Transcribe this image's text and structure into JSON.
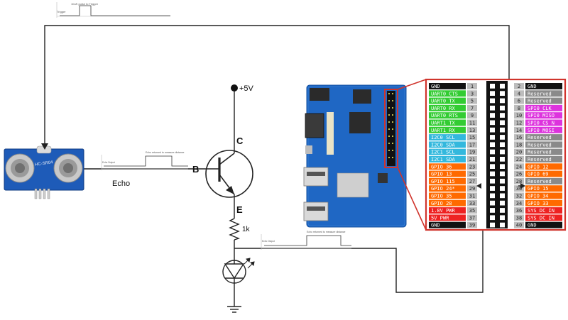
{
  "circuit": {
    "supply_label": "+5V",
    "collector_label": "C",
    "base_label": "B",
    "emitter_label": "E",
    "resistor_label": "1k",
    "echo_label": "Echo",
    "sensor_label": "HC-SR04"
  },
  "scopes": {
    "trigger": {
      "top_text": "10uS pulse to Trigger",
      "side_text": "Trigger"
    },
    "echo": {
      "top_text": "Echo returned to measure distance",
      "side_text": "Echo Output"
    },
    "led": {
      "top_text": "Echo returned to measure distance",
      "side_text": "Echo Output"
    }
  },
  "header": {
    "colors": {
      "black": "#111111",
      "uart": "#33cc33",
      "i2c": "#33b8dd",
      "gpio": "#ff6a00",
      "spi": "#dd33dd",
      "grey": "#8a8a8a",
      "power": "#ee2222",
      "num": "#bdbdbd",
      "frame": "#d0342c"
    },
    "left": [
      {
        "label": "GND",
        "num": "1",
        "kind": "black"
      },
      {
        "label": "UART0 CTS",
        "num": "3",
        "kind": "uart"
      },
      {
        "label": "UART0 TX",
        "num": "5",
        "kind": "uart"
      },
      {
        "label": "UART0 RX",
        "num": "7",
        "kind": "uart"
      },
      {
        "label": "UART0 RTS",
        "num": "9",
        "kind": "uart"
      },
      {
        "label": "UART1 TX",
        "num": "11",
        "kind": "uart"
      },
      {
        "label": "UART1 RX",
        "num": "13",
        "kind": "uart"
      },
      {
        "label": "I2C0 SCL",
        "num": "15",
        "kind": "i2c"
      },
      {
        "label": "I2C0 SDA",
        "num": "17",
        "kind": "i2c"
      },
      {
        "label": "I2C1 SCL",
        "num": "19",
        "kind": "i2c"
      },
      {
        "label": "I2C1 SDA",
        "num": "21",
        "kind": "i2c"
      },
      {
        "label": "GPIO 36",
        "num": "23",
        "kind": "gpio"
      },
      {
        "label": "GPIO 13",
        "num": "25",
        "kind": "gpio"
      },
      {
        "label": "GPIO 115",
        "num": "27",
        "kind": "gpio"
      },
      {
        "label": "GPIO 24*",
        "num": "29",
        "kind": "gpio"
      },
      {
        "label": "GPIO 35",
        "num": "31",
        "kind": "gpio"
      },
      {
        "label": "GPIO 28",
        "num": "33",
        "kind": "gpio"
      },
      {
        "label": "1.8V PWR",
        "num": "35",
        "kind": "power"
      },
      {
        "label": "5V PWR",
        "num": "37",
        "kind": "power"
      },
      {
        "label": "GND",
        "num": "39",
        "kind": "black"
      }
    ],
    "right": [
      {
        "label": "GND",
        "num": "2",
        "kind": "black"
      },
      {
        "label": "Reserved",
        "num": "4",
        "kind": "grey"
      },
      {
        "label": "Reserved",
        "num": "6",
        "kind": "grey"
      },
      {
        "label": "SPI0 CLK",
        "num": "8",
        "kind": "spi"
      },
      {
        "label": "SPI0 MISO",
        "num": "10",
        "kind": "spi"
      },
      {
        "label": "SPI0 CS N",
        "num": "12",
        "kind": "spi"
      },
      {
        "label": "SPI0 MOSI",
        "num": "14",
        "kind": "spi"
      },
      {
        "label": "Reserved",
        "num": "16",
        "kind": "grey"
      },
      {
        "label": "Reserved",
        "num": "18",
        "kind": "grey"
      },
      {
        "label": "Reserved",
        "num": "20",
        "kind": "grey"
      },
      {
        "label": "Reserved",
        "num": "22",
        "kind": "grey"
      },
      {
        "label": "GPIO 12",
        "num": "24",
        "kind": "gpio"
      },
      {
        "label": "GPIO 69",
        "num": "26",
        "kind": "gpio"
      },
      {
        "label": "Reserved",
        "num": "28",
        "kind": "grey"
      },
      {
        "label": "GPIO 15",
        "num": "30",
        "kind": "gpio"
      },
      {
        "label": "GPIO 34",
        "num": "32",
        "kind": "gpio"
      },
      {
        "label": "GPIO 33",
        "num": "34",
        "kind": "gpio"
      },
      {
        "label": "SYS DC IN",
        "num": "36",
        "kind": "power"
      },
      {
        "label": "SYS DC IN",
        "num": "38",
        "kind": "power"
      },
      {
        "label": "GND",
        "num": "40",
        "kind": "black"
      }
    ]
  }
}
